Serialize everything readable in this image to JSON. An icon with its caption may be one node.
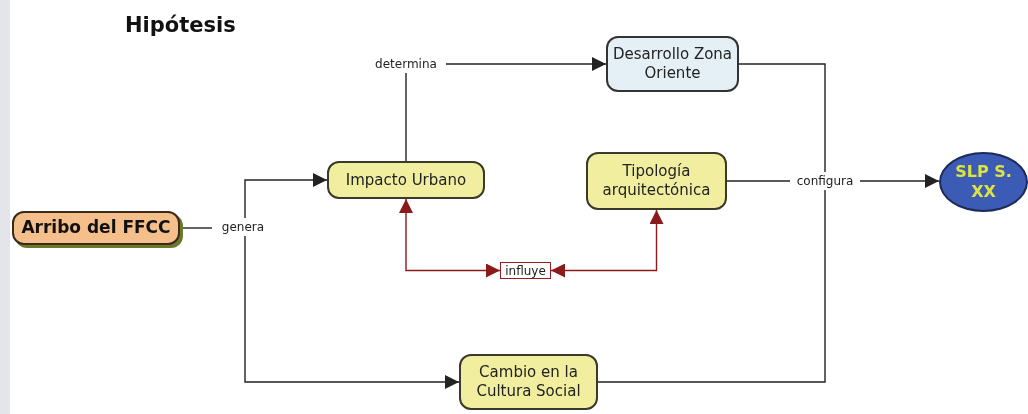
{
  "diagram": {
    "title": "Hipótesis",
    "nodes": [
      {
        "text": [
          "Arribo del FFCC"
        ]
      },
      {
        "text": [
          "genera"
        ]
      },
      {
        "text": [
          "Impacto Urbano"
        ]
      },
      {
        "text": [
          "Cambio en la Cultura Social"
        ]
      },
      {
        "text": [
          "determina"
        ]
      },
      {
        "text": [
          "Desarrollo Zona Oriente"
        ]
      },
      {
        "text": [
          "influye"
        ]
      },
      {
        "text": [
          "Tipología arquitectónica"
        ]
      },
      {
        "text": [
          "configura"
        ]
      },
      {
        "text": [
          "SLP S. XX"
        ]
      }
    ],
    "edges": [
      {
        "from": 0,
        "to": 1,
        "arrow": "none"
      },
      {
        "from": 1,
        "to": 2,
        "arrow": "to"
      },
      {
        "from": 1,
        "to": 3,
        "arrow": "to"
      },
      {
        "from": 2,
        "to": 4,
        "arrow": "none"
      },
      {
        "from": 4,
        "to": 5,
        "arrow": "to"
      },
      {
        "from": 2,
        "to": 6,
        "arrow": "both",
        "color": "#8b1a1a"
      },
      {
        "from": 7,
        "to": 6,
        "arrow": "both",
        "color": "#8b1a1a"
      },
      {
        "from": 7,
        "to": 8,
        "arrow": "none"
      },
      {
        "from": 8,
        "to": 9,
        "arrow": "to"
      },
      {
        "from": 5,
        "to": 8,
        "arrow": "none"
      },
      {
        "from": 3,
        "to": 8,
        "arrow": "none"
      }
    ]
  }
}
